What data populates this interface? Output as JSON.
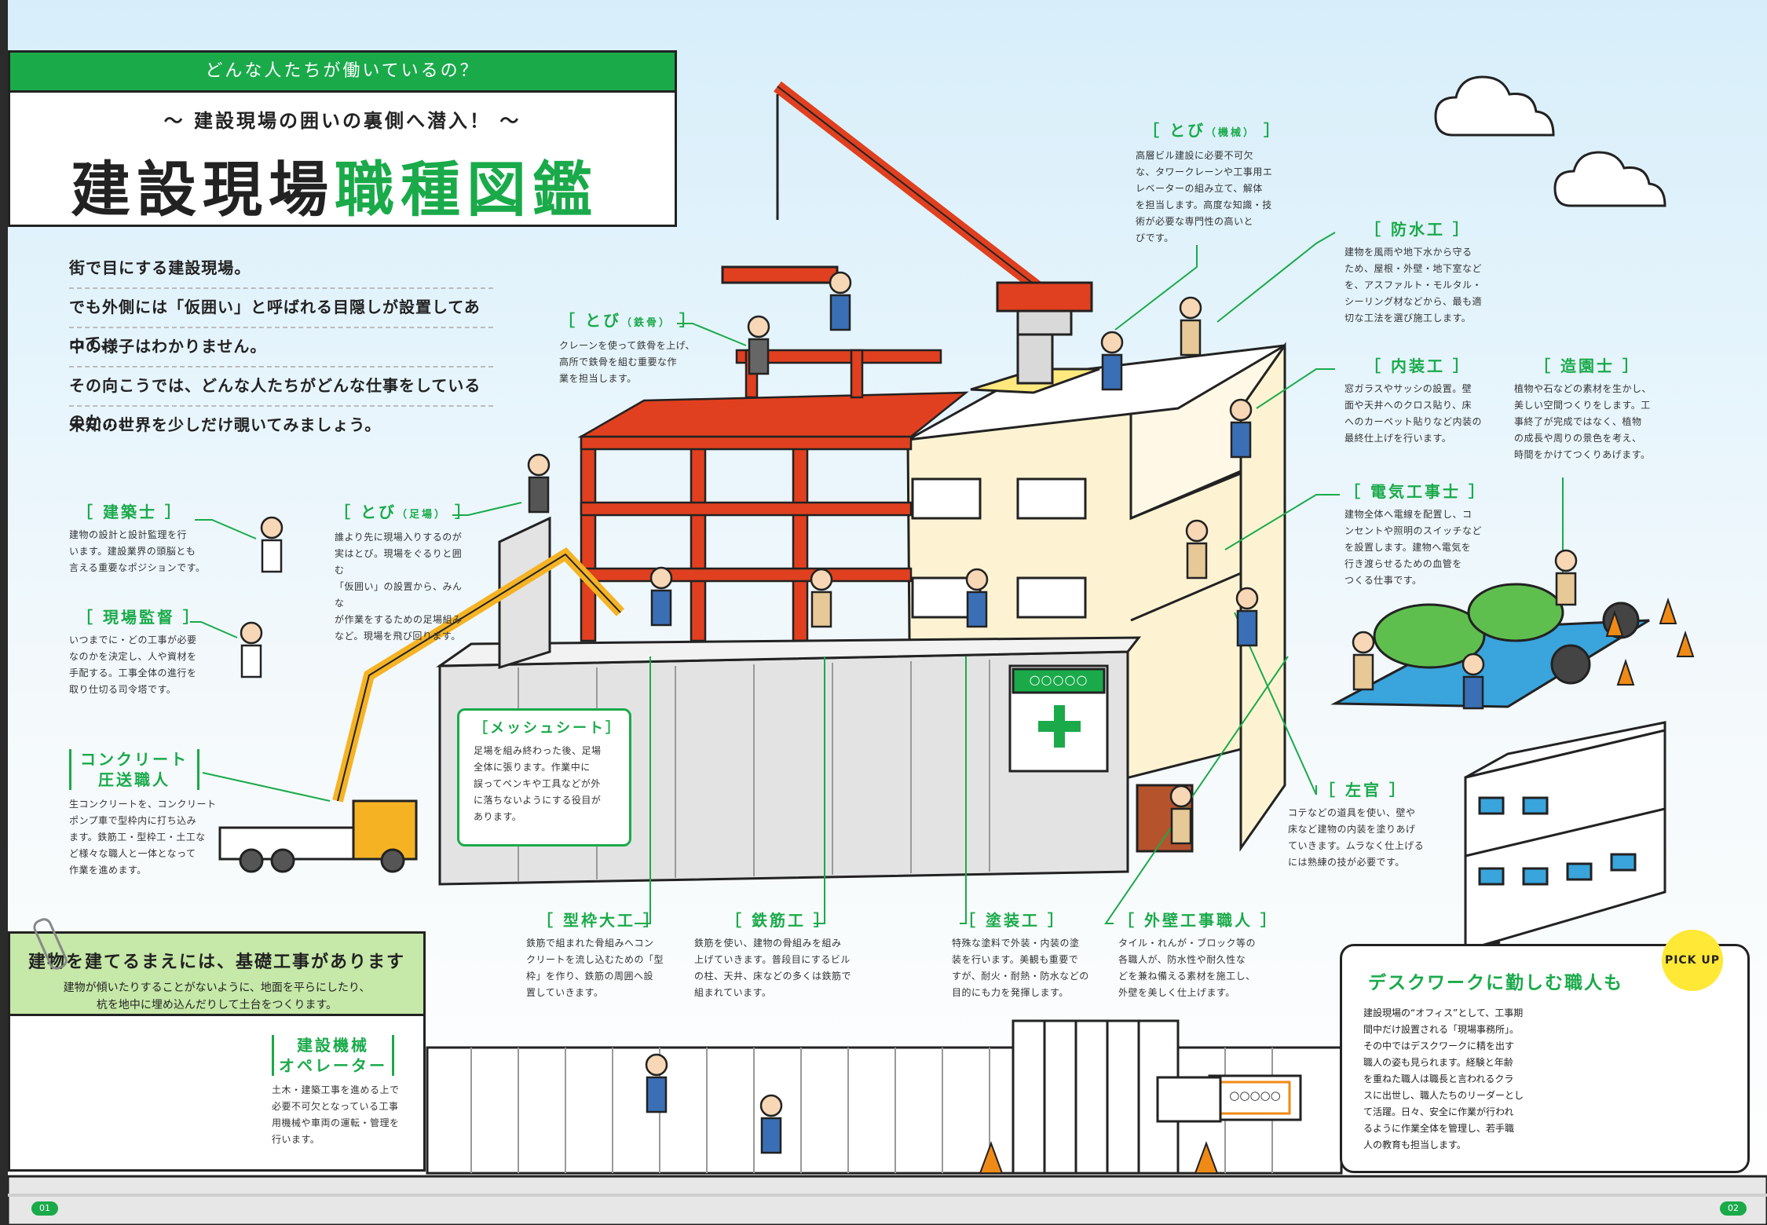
{
  "header": {
    "question": "どんな人たちが働いているの？",
    "subtitle": "〜 建設現場の囲いの裏側へ潜入！ 〜",
    "title_black": "建設現場",
    "title_green": "職種図鑑"
  },
  "intro": [
    "街で目にする建設現場。",
    "でも外側には「仮囲い」と呼ばれる目隠しが設置してあって、",
    "中の様子はわかりません。",
    "その向こうでは、どんな人たちがどんな仕事をしているのか…。",
    "未知の世界を少しだけ覗いてみましょう。"
  ],
  "roles": {
    "kenchikushi": {
      "title": "［ 建築士 ］",
      "desc": "建物の設計と設計監理を行\nいます。建設業界の頭脳とも\n言える重要なポジションです。"
    },
    "genba": {
      "title": "［ 現場監督 ］",
      "desc": "いつまでに・どの工事が必要\nなのかを決定し、人や資材を\n手配する。工事全体の進行を\n取り仕切る司令塔です。"
    },
    "concrete": {
      "title_1": "コンクリート",
      "title_2": "圧送職人",
      "desc": "生コンクリートを、コンクリート\nポンプ車で型枠内に打ち込み\nます。鉄筋工・型枠工・土工な\nど様々な職人と一体となって\n作業を進めます。"
    },
    "tobi_ashiba": {
      "title": "［ とび",
      "title_small": "（足場）",
      "title_end": " ］",
      "desc": "誰より先に現場入りするのが\n実はとび。現場をぐるりと囲む\n「仮囲い」の設置から、みんな\nが作業をするための足場組み\nなど。現場を飛び回ります。"
    },
    "tobi_tekkotsu": {
      "title": "［ とび",
      "title_small": "（鉄骨）",
      "title_end": " ］",
      "desc": "クレーンを使って鉄骨を上げ、\n高所で鉄骨を組む重要な作\n業を担当します。"
    },
    "tobi_kikai": {
      "title": "［ とび",
      "title_small": "（機械）",
      "title_end": " ］",
      "desc": "高層ビル建設に必要不可欠\nな、タワークレーンや工事用エ\nレベーターの組み立て、解体\nを担当します。高度な知識・技\n術が必要な専門性の高いと\nびです。"
    },
    "bosui": {
      "title": "［ 防水工 ］",
      "desc": "建物を風雨や地下水から守る\nため、屋根・外壁・地下室など\nを、アスファルト・モルタル・\nシーリング材などから、最も適\n切な工法を選び施工します。"
    },
    "naiso": {
      "title": "［ 内装工 ］",
      "desc": "窓ガラスやサッシの設置。壁\n面や天井へのクロス貼り、床\nへのカーペット貼りなど内装の\n最終仕上げを行います。"
    },
    "zoen": {
      "title": "［ 造園士 ］",
      "desc": "植物や石などの素材を生かし、\n美しい空間つくりをします。工\n事終了が完成ではなく、植物\nの成長や周りの景色を考え、\n時間をかけてつくりあげます。"
    },
    "denki": {
      "title": "［ 電気工事士 ］",
      "desc": "建物全体へ電線を配置し、コ\nンセントや照明のスイッチなど\nを設置します。建物へ電気を\n行き渡らせるための血管を\nつくる仕事です。"
    },
    "sakan": {
      "title": "［ 左官 ］",
      "desc": "コテなどの道具を使い、壁や\n床など建物の内装を塗りあげ\nていきます。ムラなく仕上げる\nには熟練の技が必要です。"
    },
    "mesh": {
      "title": "［メッシュシート］",
      "desc": "足場を組み終わった後、足場\n全体に張ります。作業中に\n誤ってペンキや工具などが外\nに落ちないようにする役目が\nあります。"
    },
    "katawaku": {
      "title": "［ 型枠大工 ］",
      "desc": "鉄筋で組まれた骨組みへコン\nクリートを流し込むための「型\n枠」を作り、鉄筋の周囲へ設\n置していきます。"
    },
    "tekkin": {
      "title": "［ 鉄筋工 ］",
      "desc": "鉄筋を使い、建物の骨組みを組み\n上げていきます。普段目にするビル\nの柱、天井、床などの多くは鉄筋で\n組まれています。"
    },
    "toso": {
      "title": "［ 塗装工 ］",
      "desc": "特殊な塗料で外装・内装の塗\n装を行います。美観も重要で\nすが、耐火・耐熱・防水などの\n目的にも力を発揮します。"
    },
    "gaiheki": {
      "title": "［ 外壁工事職人 ］",
      "desc": "タイル・れんが・ブロック等の\n各職人が、防水性や耐久性な\nどを兼ね備える素材を施工し、\n外壁を美しく仕上げます。"
    },
    "kikai_op": {
      "title_1": "建設機械",
      "title_2": "オペレーター",
      "desc": "土木・建築工事を進める上で\n必要不可欠となっている工事\n用機械や車両の運転・管理を\n行います。"
    }
  },
  "foundation": {
    "title": "建物を建てるまえには、基礎工事があります",
    "desc": "建物が傾いたりすることがないように、地面を平らにしたり、\n杭を地中に埋め込んだりして土台をつくります。"
  },
  "desk": {
    "title": "デスクワークに勤しむ職人も",
    "badge": "PICK UP",
    "desc": "建設現場の“オフィス”として、工事期\n間中だけ設置される「現場事務所」。\nその中ではデスクワークに精を出す\n職人の姿も見られます。経験と年齢\nを重ねた職人は職長と言われるクラ\nスに出世し、職人たちのリーダーとし\nて活躍。日々、安全に作業が行われ\nるように作業全体を管理し、若手職\n人の教育も担当します。"
  },
  "signs": {
    "hoarding": "○○○○○",
    "gate": "○○○○○"
  },
  "pages": {
    "left": "01",
    "right": "02"
  },
  "colors": {
    "green": "#1aaa4a",
    "steel": "#e0401f",
    "crane_yellow": "#f5b324",
    "cream": "#fdf3d3"
  }
}
